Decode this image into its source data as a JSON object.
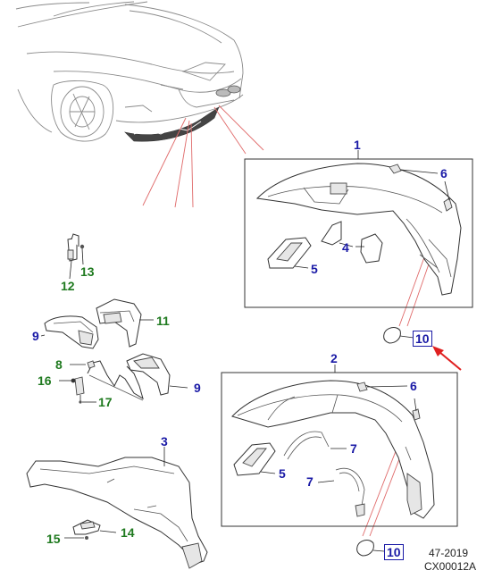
{
  "labels": {
    "l1": "1",
    "l2": "2",
    "l3": "3",
    "l4": "4",
    "l5a": "5",
    "l5b": "5",
    "l6a": "6",
    "l6b": "6",
    "l7a": "7",
    "l7b": "7",
    "l8": "8",
    "l9a": "9",
    "l9b": "9",
    "l10a": "10",
    "l10b": "10",
    "l11": "11",
    "l12": "12",
    "l13": "13",
    "l14": "14",
    "l15": "15",
    "l16": "16",
    "l17": "17"
  },
  "footer": {
    "date_code": "47-2019",
    "figure_id": "CX00012A"
  },
  "colors": {
    "callout_blue": "#1a1aa6",
    "callout_green": "#1f7a1f",
    "pointer_red": "#e02020",
    "leader_red": "#e06a6a"
  }
}
